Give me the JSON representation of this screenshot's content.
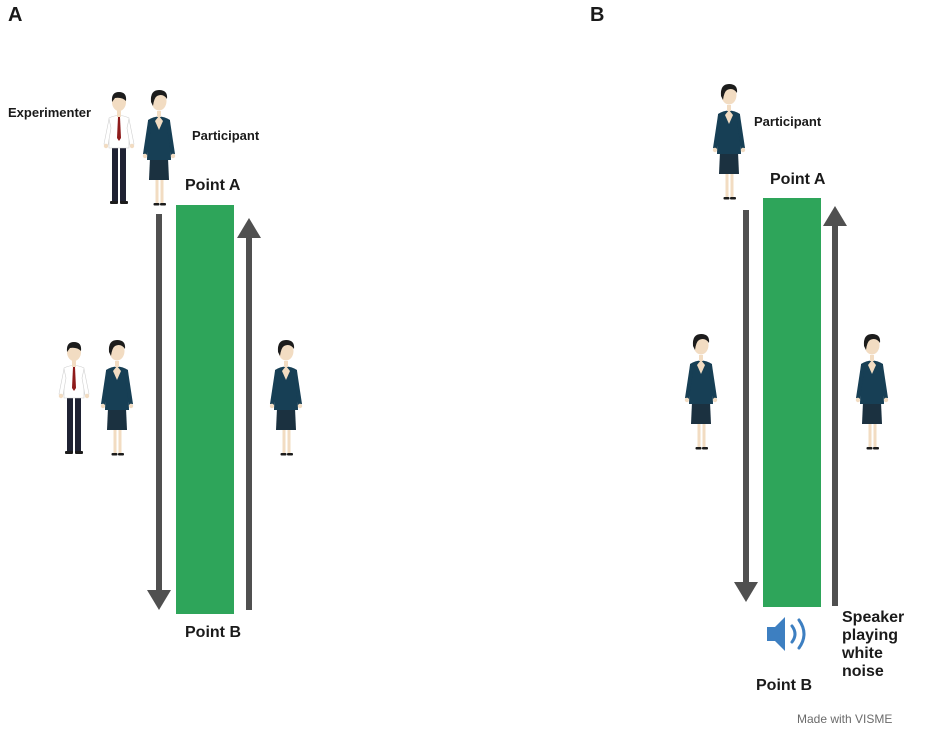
{
  "colors": {
    "walkway": "#2ea55a",
    "arrow": "#505050",
    "jacket": "#173f55",
    "skirt": "#1b3140",
    "skin": "#f2dcc2",
    "hair": "#1c1c1c",
    "shirt": "#ffffff",
    "tie": "#8e1b1b",
    "trousers": "#1f2233",
    "speaker": "#3d7fc1"
  },
  "panel_a": {
    "label": "A",
    "experimenter_label": "Experimenter",
    "participant_label": "Participant",
    "point_a_label": "Point A",
    "point_b_label": "Point B"
  },
  "panel_b": {
    "label": "B",
    "participant_label": "Participant",
    "point_a_label": "Point A",
    "point_b_label": "Point B",
    "speaker_label": "Speaker playing white noise",
    "speaker_icon": "speaker-sound-icon"
  },
  "footer": {
    "credit": "Made with VISME"
  }
}
